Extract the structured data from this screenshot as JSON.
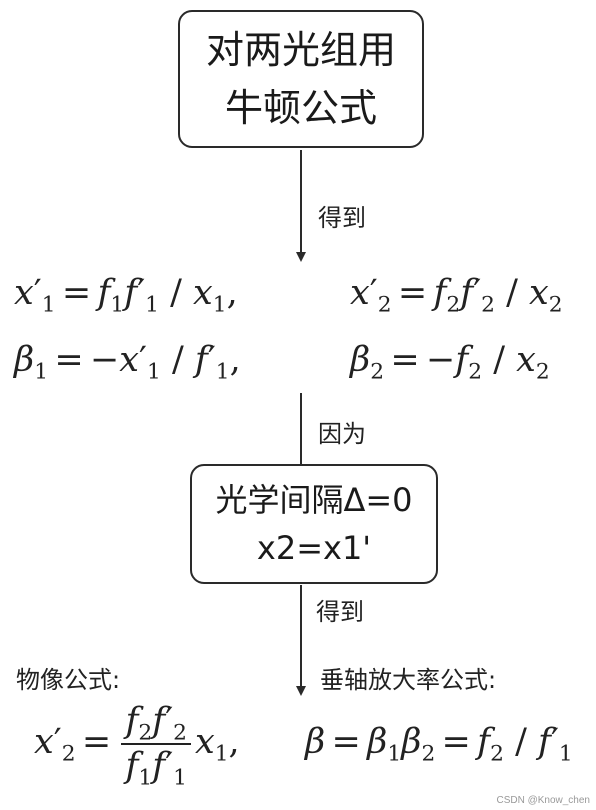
{
  "box_top": {
    "line1": "对两光组用",
    "line2": "牛顿公式"
  },
  "label_get_1": "得到",
  "label_because": "因为",
  "box_mid": {
    "line1": "光学间隔Δ=0",
    "line2": "x2=x1'"
  },
  "label_get_2": "得到",
  "label_object_image": "物像公式:",
  "label_magnification": "垂轴放大率公式:",
  "watermark": "CSDN @Know_chen"
}
